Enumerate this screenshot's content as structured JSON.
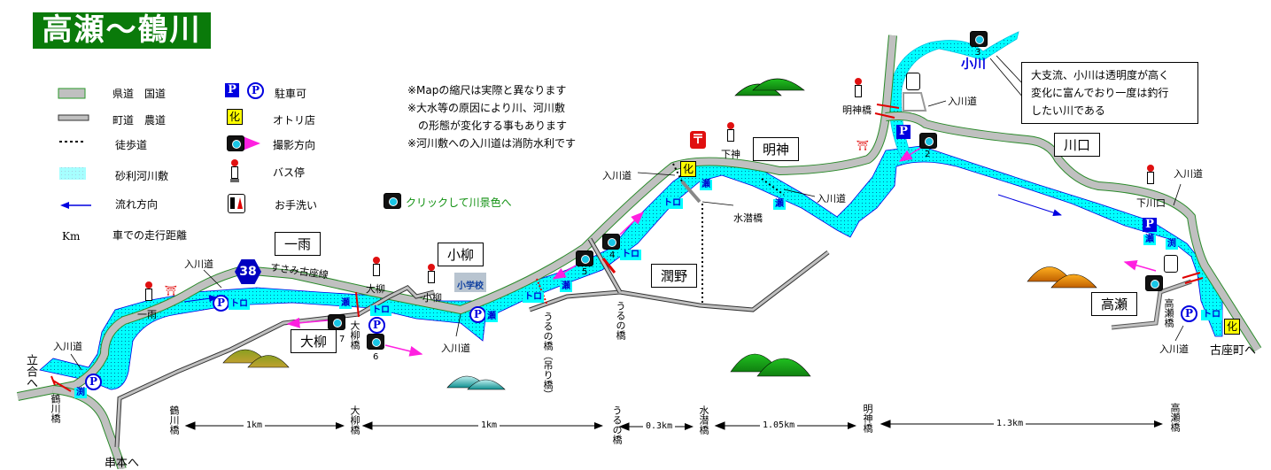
{
  "title": "高瀬〜鶴川",
  "colors": {
    "title_bg": "#0a7a0a",
    "river": "#00ffff",
    "river_edge": "#0000e0",
    "road_fill": "#c0c0c0",
    "road_edge": "#2a8a2a",
    "photo_arrow": "#ff20e0",
    "bridge": "#e00000"
  },
  "legend": {
    "prefectural_road": "県道　国道",
    "town_road": "町道　農道",
    "footpath": "徒歩道",
    "gravel": "砂利河川敷",
    "flow": "流れ方向",
    "km": "Km",
    "driving_distance": "車での走行距離",
    "parking": "駐車可",
    "parking_square_symbol": "P",
    "parking_circle_symbol": "P",
    "shop_symbol": "化",
    "shop": "オトリ店",
    "photo": "撮影方向",
    "bus_stop": "バス停",
    "toilet": "お手洗い"
  },
  "notes": [
    "※Mapの縮尺は実際と異なります",
    "※大水等の原因により川、河川敷",
    "　の形態が変化する事もあります",
    "※河川敷への入川道は消防水利です"
  ],
  "photo_link": "クリックして川景色へ",
  "callout": {
    "lines": [
      "大支流、小川は透明度が高く",
      "変化に富んでおり一度は釣行",
      "したい川である"
    ]
  },
  "areas": {
    "ichiu": "一雨",
    "koyanagi": "小柳",
    "oyanagi": "大柳",
    "uruno": "潤野",
    "myojin": "明神",
    "kawaguchi": "川口",
    "takase": "高瀬"
  },
  "places": {
    "ogawa": "小川",
    "route_no": "38",
    "route_road": "すさみ古座線",
    "school": "小学校",
    "tachiai": "立合へ",
    "kushimoto": "串本へ",
    "koza": "古座町へ"
  },
  "bus_stops": {
    "ichiu": "一雨",
    "oyanagi": "大柳",
    "koyanagi": "小柳",
    "shimojin": "下神",
    "myojinbashi": "明神橋",
    "shimokawaguchi": "下川口"
  },
  "bridges": {
    "tsurukawa": "鶴川橋",
    "oyanagi": "大柳橋",
    "uruno_suspension": "うるの橋（吊り橋）",
    "uruno": "うるの橋",
    "chinka": "水潜橋",
    "takase": "高瀬橋"
  },
  "river_access": "入川道",
  "river_tags": {
    "toro": "トロ",
    "se": "瀬",
    "fuchi": "渕"
  },
  "photo_points": [
    "2",
    "3",
    "4",
    "5",
    "6",
    "7"
  ],
  "distances": {
    "points": [
      "鶴川橋",
      "大柳橋",
      "うるの橋",
      "水潜橋",
      "明神橋",
      "高瀬橋"
    ],
    "segments": [
      "1km",
      "1km",
      "0.3km",
      "1.05km",
      "1.3km"
    ]
  }
}
